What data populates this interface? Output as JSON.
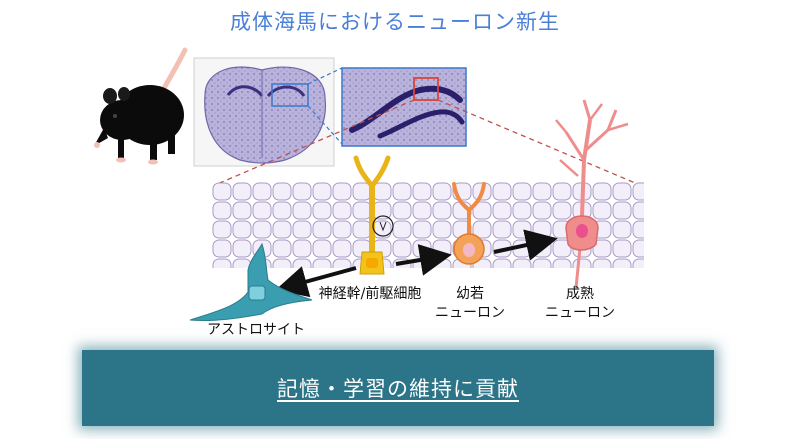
{
  "title": "成体海馬におけるニューロン新生",
  "labels": {
    "stem_cell": "神経幹/前駆細胞",
    "immature_neuron": "幼若\nニューロン",
    "mature_neuron": "成熟\nニューロン",
    "astrocyte": "アストロサイト"
  },
  "banner": {
    "text": "記憶・学習の維持に貢献"
  },
  "colors": {
    "title": "#4a7fd8",
    "banner": "#2c7488",
    "stem_cell": "#f2c318",
    "immature_neuron": "#f4a15a",
    "mature_neuron": "#ef8c8c",
    "astrocyte": "#3a9db0",
    "tissue_cells": "#f2eefa",
    "guide_lines": "#c0504d"
  }
}
